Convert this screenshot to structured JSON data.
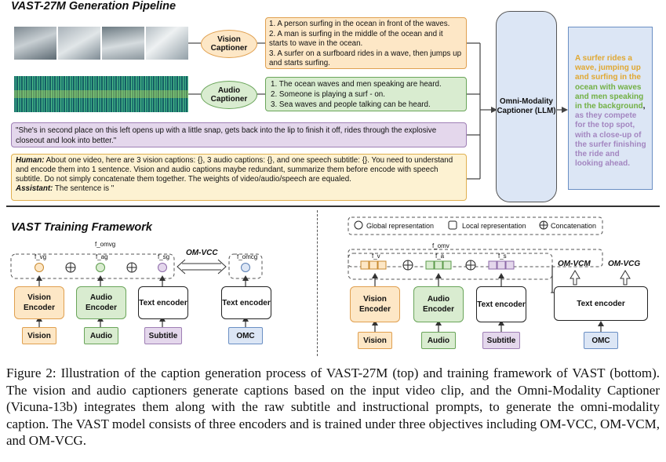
{
  "gen": {
    "title": "VAST-27M  Generation Pipeline",
    "vision_captioner": "Vision\nCaptioner",
    "audio_captioner": "Audio\nCaptioner",
    "vision_captions": "1. A person surfing in the ocean in front of the waves.\n2. A man is surfing in the middle of the ocean and it starts to wave in the ocean.\n3. A surfer on a surfboard rides in a wave, then jumps up and starts surfing.",
    "audio_captions": "1. The ocean waves and men speaking are heard.\n2. Someone is playing a surf - on.\n3. Sea waves and people talking can be heard.",
    "subtitle": "\"She's in second place on this left opens up with a little snap, gets back into the lip to finish it off, rides through the explosive closeout and look into better.\"",
    "prompt_human_label": "Human:",
    "prompt_human": " About one video, here are 3 vision captions: {}, 3 audio captions: {}, and one speech subtitle: {}. You need to understand and encode them into 1 sentence. Vision and audio captions maybe redundant, summarize them before encode with speech subtitle. Do not simply concatenate them together. The weights of video/audio/speech are equaled.",
    "prompt_assistant_label": "Assistant:",
    "prompt_assistant": " The sentence is \"",
    "omni_captioner": "Omni-Modality\nCaptioner (LLM)",
    "output_vision": "A surfer rides a wave, jumping up and surfing in the",
    "output_audio": "ocean with waves and men speaking in the background",
    "output_sep": ",",
    "output_subtitle": "as they compete for the top spot, with a close-up of the surfer finishing the ride and looking ahead."
  },
  "train": {
    "title": "VAST Training Framework",
    "left": {
      "f_omvg": "f_omvg",
      "f_vg": "f_vg",
      "f_ag": "f_ag",
      "f_sg": "f_sg",
      "f_omcg": "f_omcg",
      "om_vcc": "OM-VCC",
      "vision_encoder": "Vision\nEncoder",
      "audio_encoder": "Audio\nEncoder",
      "text_encoder_1": "Text encoder",
      "text_encoder_2": "Text encoder",
      "in_vision": "Vision",
      "in_audio": "Audio",
      "in_subtitle": "Subtitle",
      "in_omc": "OMC"
    },
    "right": {
      "legend_global": "Global representation",
      "legend_local": "Local representation",
      "legend_concat": "Concatenation",
      "f_omv": "f_omv",
      "f_v": "f_v",
      "f_a": "f_a",
      "f_s": "f_s",
      "om_vcm": "OM-VCM",
      "om_vcg": "OM-VCG",
      "vision_encoder": "Vision\nEncoder",
      "audio_encoder": "Audio\nEncoder",
      "text_encoder_small": "Text encoder",
      "text_encoder_big": "Text encoder",
      "in_vision": "Vision",
      "in_audio": "Audio",
      "in_subtitle": "Subtitle",
      "in_omc": "OMC"
    }
  },
  "figure_caption": "Figure 2: Illustration of the caption generation process of VAST-27M (top) and training framework of VAST (bottom). The vision and audio captioners generate captions based on the input video clip, and the Omni-Modality Captioner (Vicuna-13b) integrates them along with the raw subtitle and instructional prompts, to generate the omni-modality caption. The VAST model consists of three encoders and is trained under three objectives including OM-VCC, OM-VCM, and OM-VCG.",
  "colors": {
    "vision_fill": "#fde7c6",
    "vision_border": "#e0a050",
    "audio_fill": "#d9ecd0",
    "audio_border": "#6aa55a",
    "subtitle_fill": "#e4d7ec",
    "subtitle_border": "#9f7fb5",
    "omc_fill": "#dce6f5",
    "omc_border": "#6a8fc4",
    "output_vision_text": "#e0a832",
    "output_audio_text": "#72b044",
    "output_subtitle_text": "#a386c0"
  }
}
